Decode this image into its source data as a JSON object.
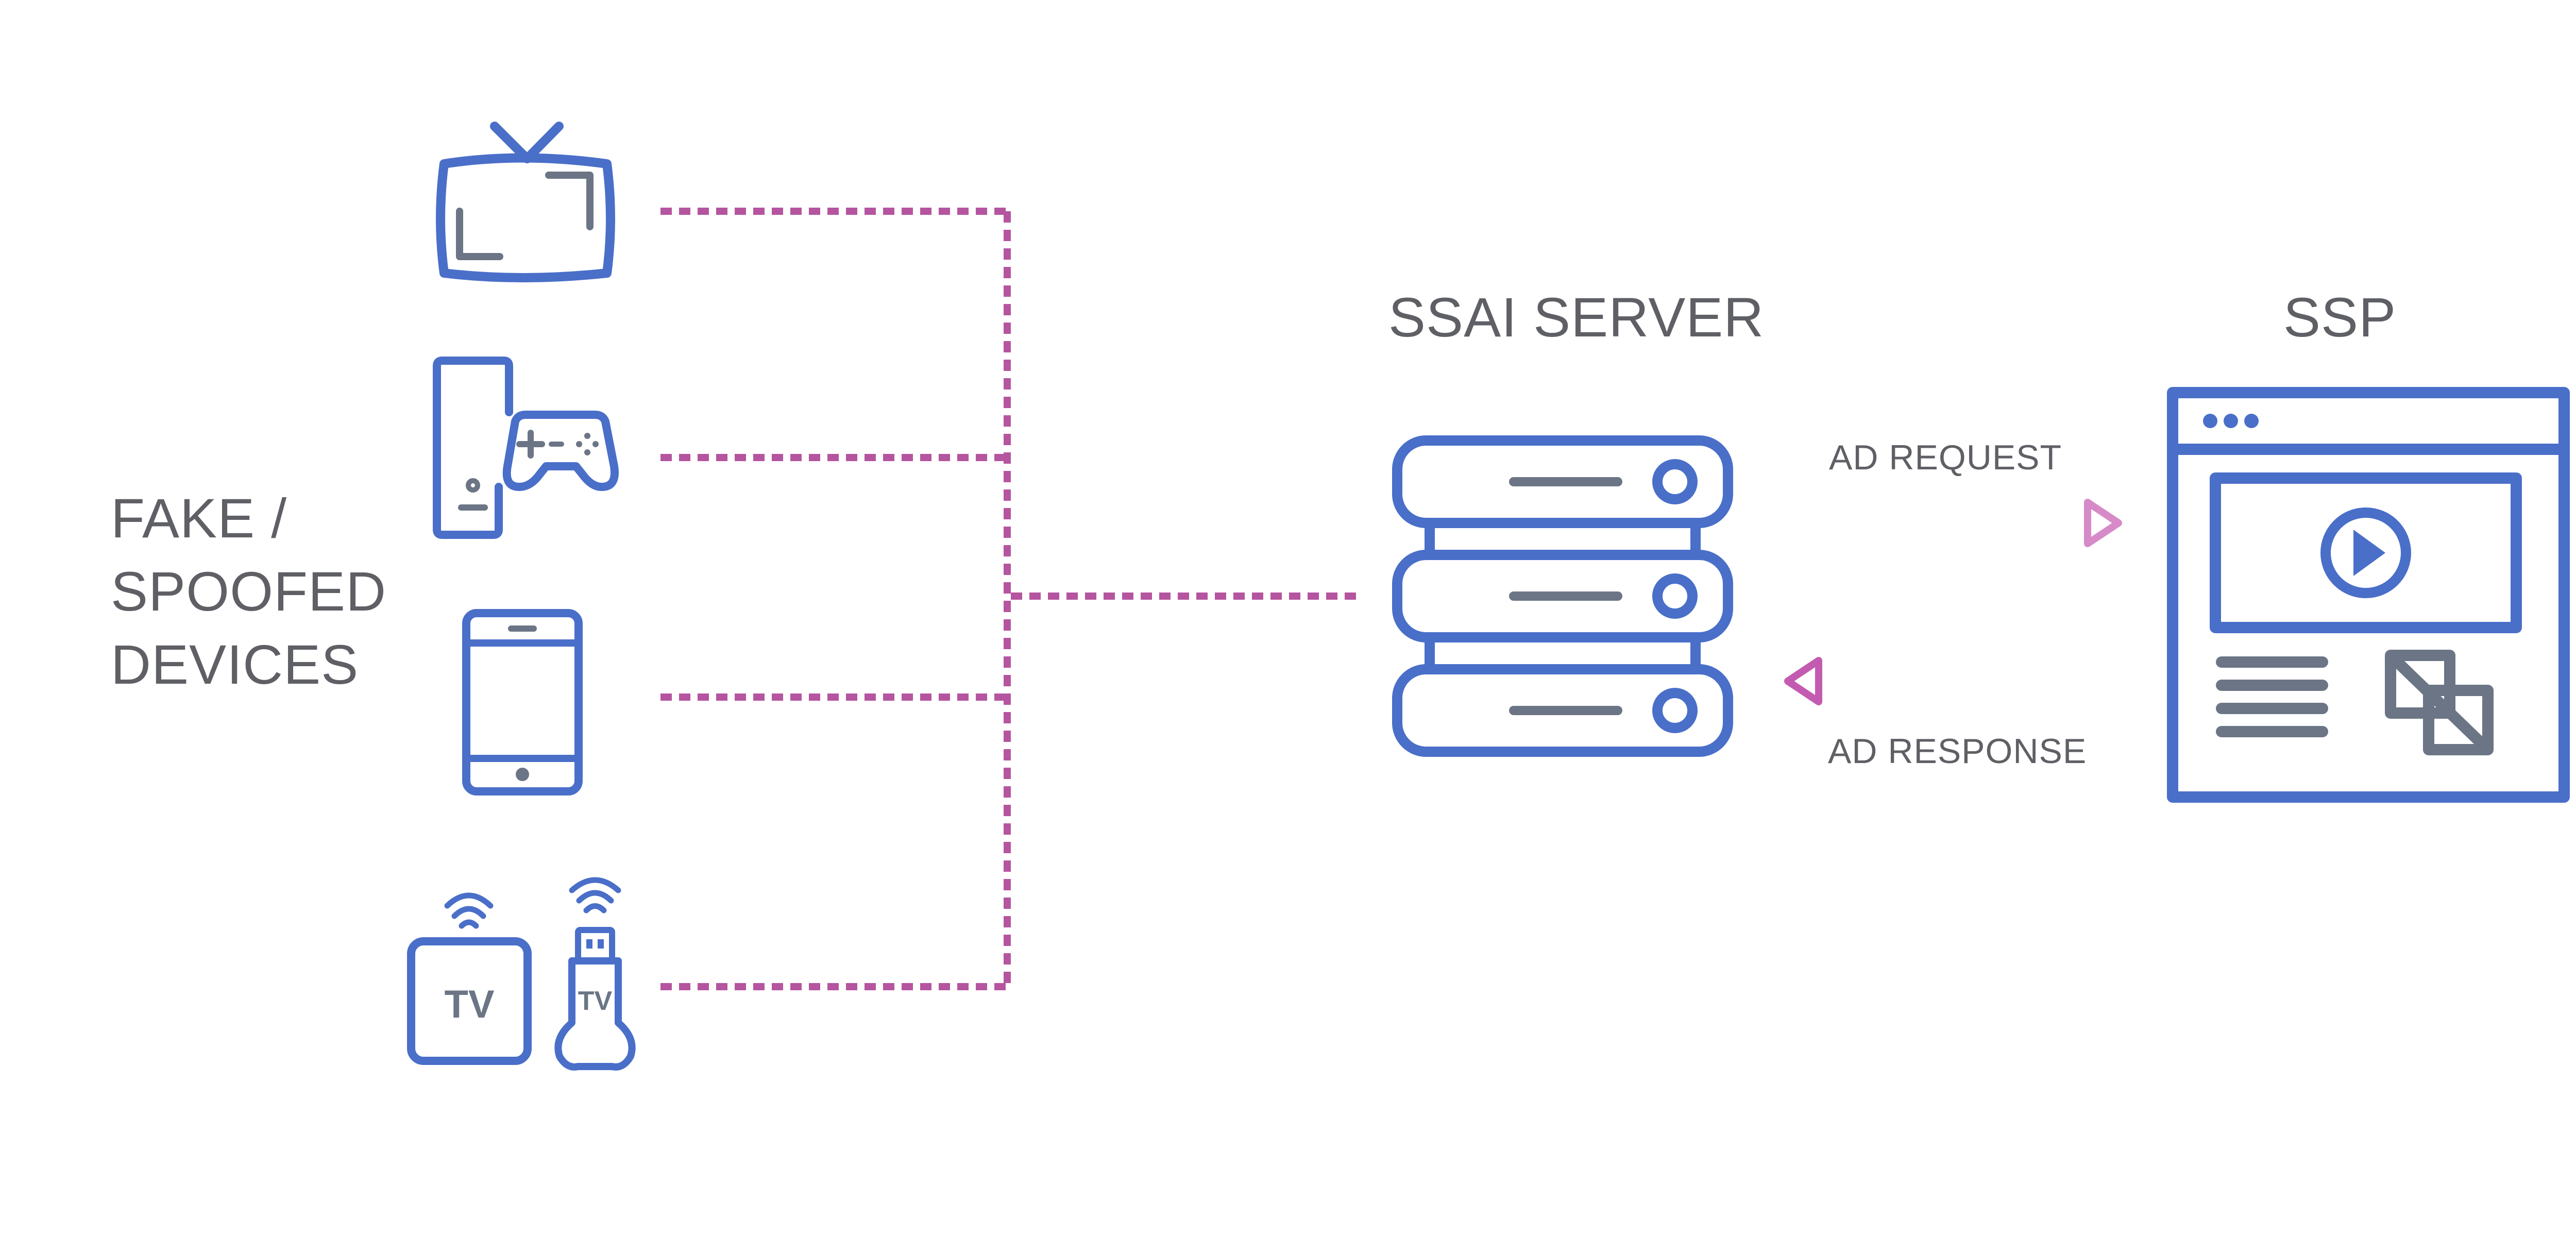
{
  "labels": {
    "devices": "FAKE /\nSPOOFED\nDEVICES",
    "server": "SSAI SERVER",
    "ssp": "SSP",
    "request": "AD REQUEST",
    "response": "AD RESPONSE",
    "tv_box_text": "TV",
    "tv_stick_text": "TV"
  },
  "icons": [
    "smart-tv-icon",
    "game-console-icon",
    "smartphone-icon",
    "tv-box-icon",
    "tv-stick-icon",
    "server-icon",
    "ssp-browser-icon"
  ],
  "colors": {
    "icon_blue": "#4a6fc9",
    "icon_gray": "#6b7585",
    "text": "#5f6065",
    "dotted_line": "#b5559f",
    "arrow_light": "#d78ac8",
    "arrow_dark": "#6d3a92"
  }
}
